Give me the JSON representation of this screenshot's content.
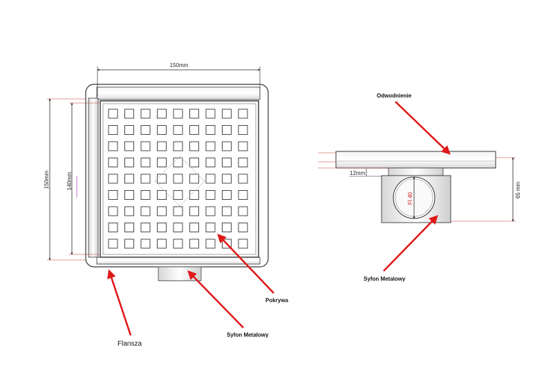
{
  "dimensions": {
    "width_top": "150mm",
    "height_outer": "150mm",
    "height_inner": "140mm",
    "flange_thickness": "12mm",
    "side_height": "65 mm",
    "pipe_diameter": "FI 40"
  },
  "labels": {
    "flansza": "Flansza",
    "syfon_front": "Syfon Metalowy",
    "pokrywa": "Pokrywa",
    "odwodnienie": "Odwodnienie",
    "syfon_side": "Syfon Metalowy"
  },
  "colors": {
    "arrow": "#e01818",
    "line": "#222222",
    "dim_line": "#c0392b"
  }
}
